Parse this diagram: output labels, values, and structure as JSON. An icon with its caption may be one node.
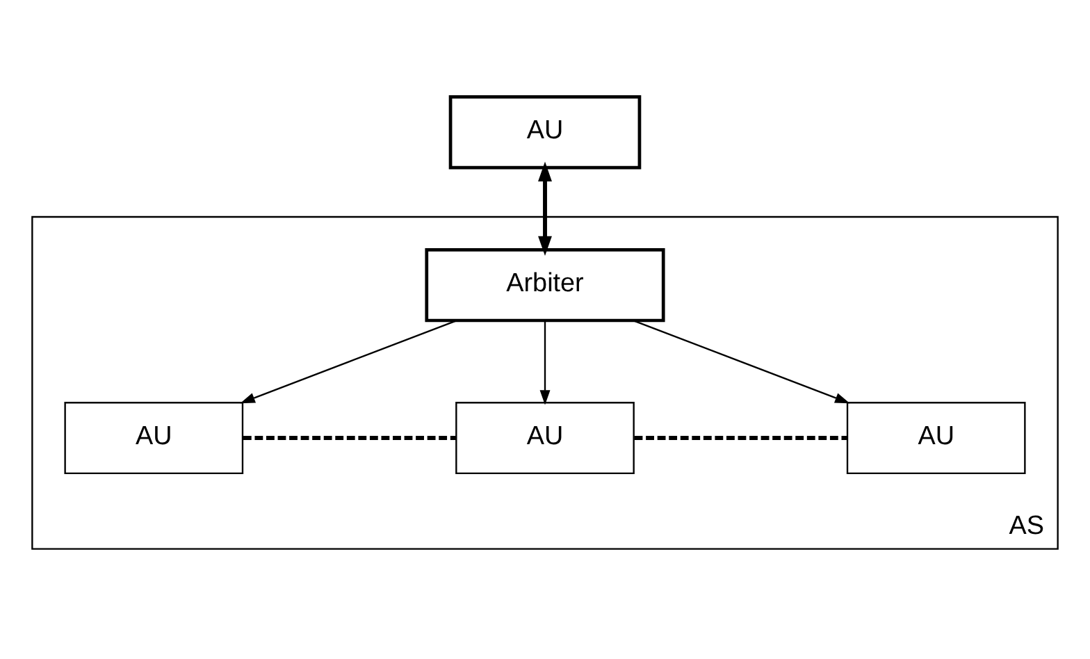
{
  "diagram": {
    "nodes": [
      {
        "text": [
          "AU"
        ]
      },
      {
        "text": [
          "AS"
        ]
      },
      {
        "text": [
          "Arbiter"
        ],
        "in": 1
      },
      {
        "text": [
          "AU"
        ],
        "in": 1
      },
      {
        "text": [
          "AU"
        ],
        "in": 1
      },
      {
        "text": [
          "AU"
        ],
        "in": 1
      }
    ],
    "edges": [
      {
        "from": 0,
        "to": 2,
        "arrow": "both",
        "style": "thick"
      },
      {
        "from": 2,
        "to": 3,
        "arrow": "to"
      },
      {
        "from": 2,
        "to": 4,
        "arrow": "to"
      },
      {
        "from": 2,
        "to": 5,
        "arrow": "to"
      },
      {
        "from": 3,
        "to": 4,
        "arrow": "none",
        "style": "dashed"
      },
      {
        "from": 4,
        "to": 5,
        "arrow": "none",
        "style": "dashed"
      }
    ]
  }
}
